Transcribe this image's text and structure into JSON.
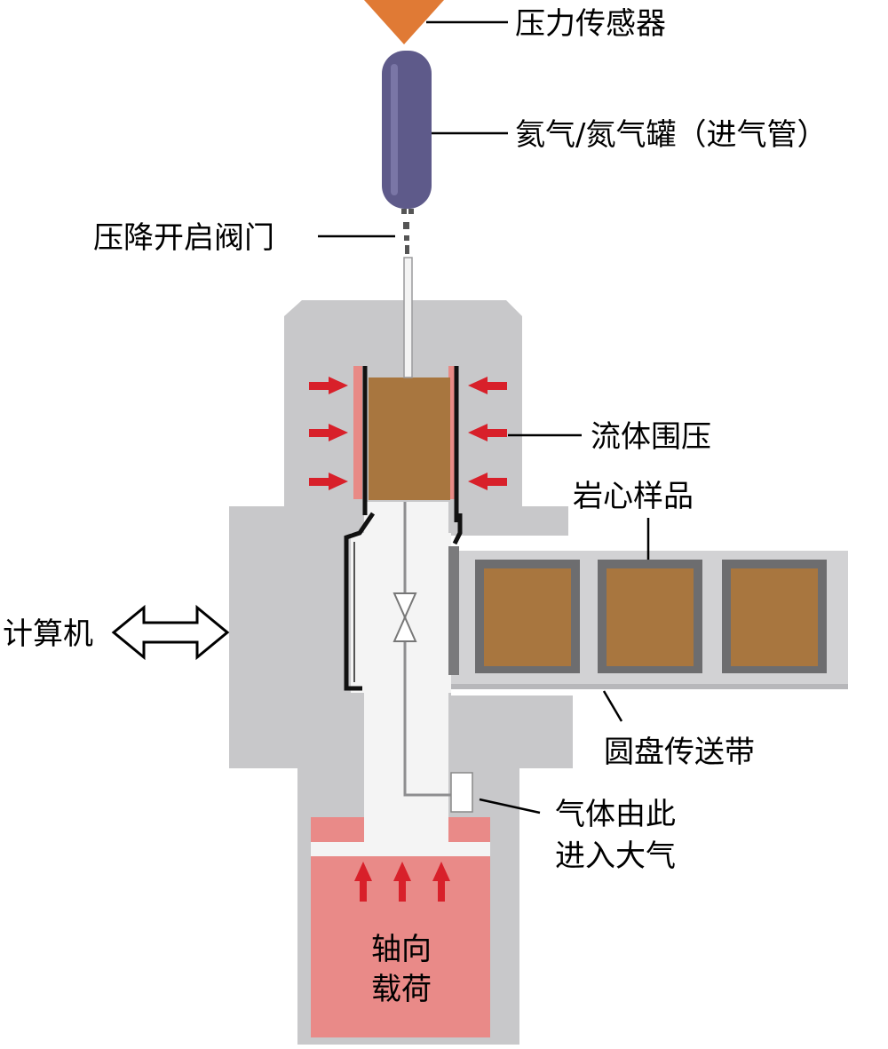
{
  "labels": {
    "pressure_sensor": "压力传感器",
    "helium_tank": "氦气/氮气罐（进气管）",
    "relief_valve": "压降开启阀门",
    "fluid_confining": "流体围压",
    "core_sample": "岩心样品",
    "computer": "计算机",
    "disc_conveyor": "圆盘传送带",
    "gas_exit_line1": "气体由此",
    "gas_exit_line2": "进入大气",
    "axial_load_line1": "轴向",
    "axial_load_line2": "载荷"
  },
  "colors": {
    "housing": "#c8c8ca",
    "sample": "#a8763f",
    "pressure_red": "#e0282e",
    "load_chamber": "#e98a88",
    "tank": "#5e5a8a",
    "sensor": "#e07a35"
  }
}
